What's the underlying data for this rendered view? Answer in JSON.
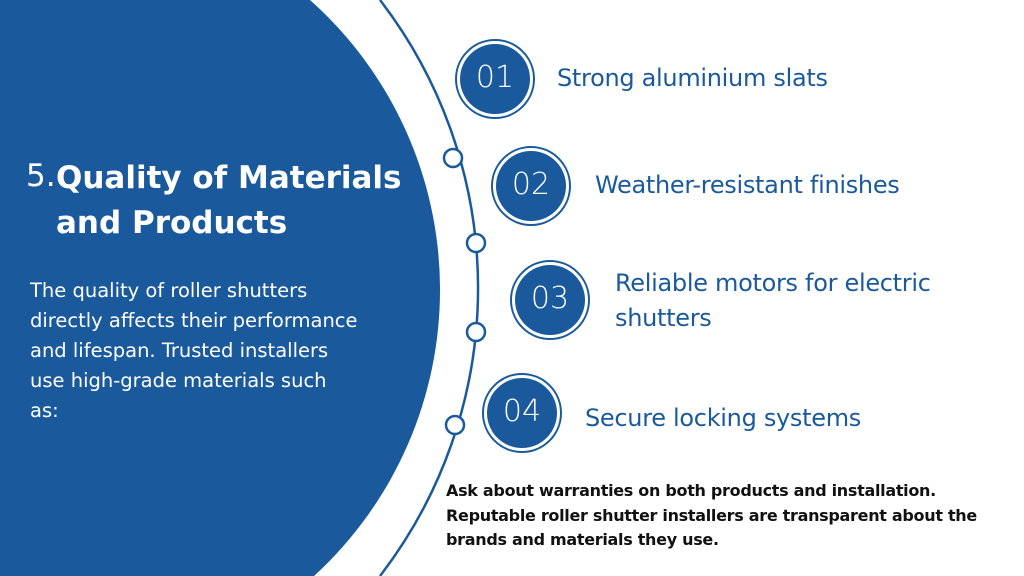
{
  "colors": {
    "primary": "#1a5a9c",
    "background": "#ffffff",
    "footer_text": "#111111"
  },
  "heading": {
    "number": "5.",
    "title_line1": "Quality of Materials",
    "title_line2": "and Products"
  },
  "intro": [
    "The quality of roller shutters",
    "directly affects their performance",
    "and lifespan. Trusted installers",
    "use high-grade materials such",
    "as:"
  ],
  "items": [
    {
      "number": "01",
      "label": "Strong aluminium slats"
    },
    {
      "number": "02",
      "label": "Weather-resistant finishes"
    },
    {
      "number": "03",
      "label_line1": "Reliable motors for electric",
      "label_line2": "shutters"
    },
    {
      "number": "04",
      "label": "Secure locking systems"
    }
  ],
  "footer": [
    "Ask about warranties on both products and installation.",
    "Reputable roller shutter installers are transparent about the",
    "brands and materials they use."
  ]
}
